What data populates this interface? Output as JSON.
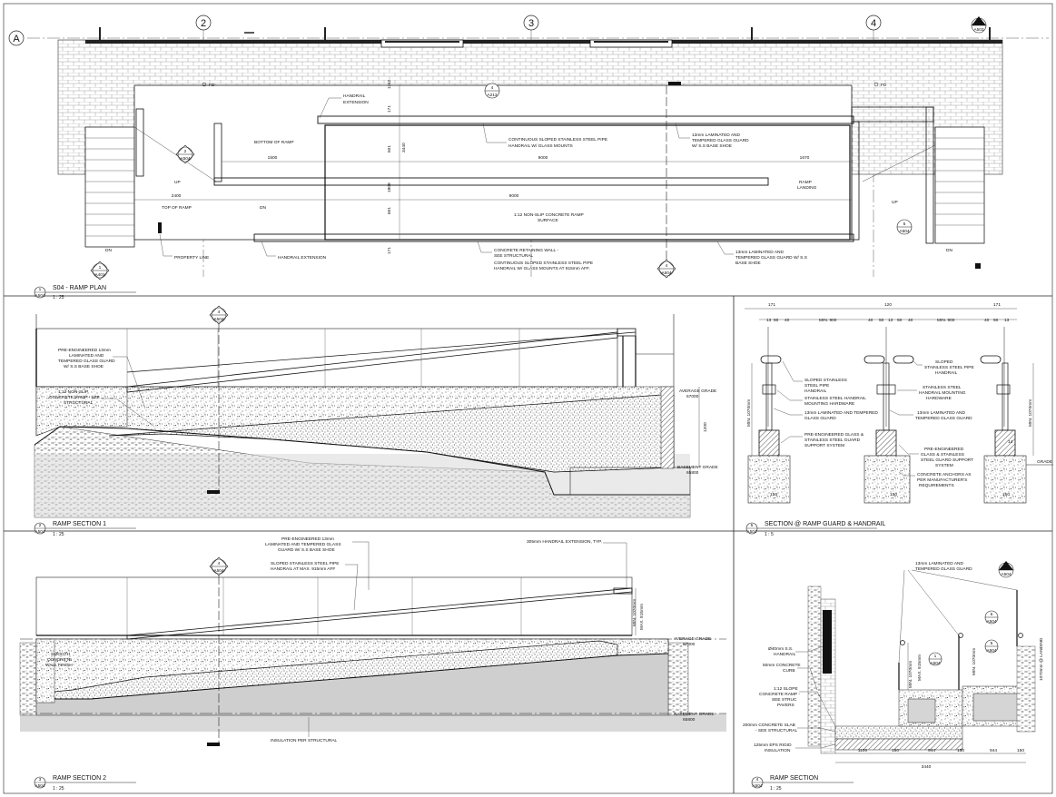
{
  "grid": {
    "row_a": "A",
    "col_2": "2",
    "col_3": "3",
    "col_4": "4"
  },
  "sheet_tags": {
    "a213": "A213",
    "a503": "A503",
    "a504": "A504",
    "a401": "A401",
    "n1": "1",
    "n2": "2",
    "n3": "3",
    "n4": "4",
    "n5": "5",
    "n6": "6"
  },
  "views": {
    "v1": {
      "num": "1",
      "ref": "A504",
      "title": "S04 - RAMP PLAN",
      "scale": "1 : 25"
    },
    "v2": {
      "num": "2",
      "ref": "A504",
      "title": "RAMP SECTION 1",
      "scale": "1 : 25"
    },
    "v3": {
      "num": "3",
      "ref": "A504",
      "title": "RAMP SECTION 2",
      "scale": "1 : 25"
    },
    "v4": {
      "num": "4",
      "ref": "A504",
      "title": "RAMP SECTION",
      "scale": "1 : 25"
    },
    "v5": {
      "num": "5",
      "ref": "A504",
      "title": "SECTION @ RAMP GUARD & HANDRAIL",
      "scale": "1 : 5"
    }
  },
  "plan": {
    "fd": "FD",
    "handrail_ext_1": "HANDRAIL",
    "handrail_ext_2": "EXTENSION",
    "bottom_of_ramp": "BOTTOM OF RAMP",
    "continuous_1": "CONTINUOUS SLOPED STAINLESS STEEL PIPE",
    "continuous_2": "HANDRAIL W/ GLASS MOUNTS",
    "glass_1": "13mm LAMINATED AND",
    "glass_2": "TEMPERED GLASS GUARD",
    "glass_3": "W/ S.S BASE SHOE",
    "up": "UP",
    "dn": "DN",
    "top_of_ramp": "TOP OF RAMP",
    "ramp_landing_1": "RAMP",
    "ramp_landing_2": "LANDING",
    "surface_1": "1:12 NON-SLIP CONCRETE RAMP",
    "surface_2": "SURFACE",
    "property_line": "PROPERTY LINE",
    "handrail_extension": "HANDRAIL EXTENSION",
    "retaining_1": "CONCRETE RETAINING WALL -",
    "retaining_2": "SEE STRUCTURAL",
    "retaining_3": "CONTINUOUS SLOPED STAINLESS STEEL PIPE",
    "retaining_4": "HANDRAIL W/ GLASS MOUNTS AT 915mm AFF.",
    "guard_b1": "13mm LAMINATED AND",
    "guard_b2": "TEMPERED GLASS GUARD W/ S.S",
    "guard_b3": "BASE SHOE",
    "d1500": "1500",
    "d9000": "9000",
    "d1670": "1670",
    "d2400": "2400",
    "d9000b": "9000",
    "d1162": "1162",
    "d171": "171",
    "d601": "601",
    "d3440": "3440",
    "d1808": "1808",
    "d601b": "601",
    "d171b": "171"
  },
  "section1": {
    "pre_1": "PRE-ENGINEERED 13mm",
    "pre_2": "LAMINATED AND",
    "pre_3": "TEMPERED GLASS GUARD",
    "pre_4": "W/ S.S BASE SHOE",
    "ramp_1": "1:12 NON-SLIP",
    "ramp_2": "CONCRETE RAMP - SEE",
    "ramp_3": "STRUCTURAL",
    "avg_grade": "AVERAGE GRADE",
    "avg_val": "67000",
    "base_grade": "BASEMENT GRADE",
    "base_val": "65800",
    "dim": "1200"
  },
  "section2": {
    "pre_1": "PRE-ENGINEERED 13mm",
    "pre_2": "LAMINATED AND TEMPERED GLASS",
    "pre_3": "GUARD W/ S.S BASE SHOE",
    "pipe_1": "SLOPED STAINLESS STEEL PIPE",
    "pipe_2": "HANDRAIL AT MAX. 915mm AFF",
    "ext": "305mm HANDRAIL EXTENSION, TYP.",
    "smooth_1": "SMOOTH",
    "smooth_2": "CONCRETE",
    "smooth_3": "WALL FINISH",
    "insulation": "INSULATION PER STRUCTURAL",
    "avg_grade": "AVERAGE GRADE",
    "avg_val": "67000",
    "base_grade": "BASEMENT GRADE",
    "base_val": "65800",
    "max915": "MAX. 915mm",
    "min1070": "MIN. 1070mm"
  },
  "section5": {
    "d171a": "171",
    "d120": "120",
    "d171b": "171",
    "d13": "13",
    "d50": "50",
    "d40": "40",
    "min900a": "MIN. 900",
    "min900b": "MIN. 900",
    "l1_1": "SLOPED STAINLESS",
    "l1_2": "STEEL PIPE",
    "l1_3": "HANDRAIL",
    "l2_1": "STAINLESS STEEL HANDRAIL",
    "l2_2": "MOUNTING HARDWARE",
    "l3_1": "13mm LAMINATED AND TEMPERED",
    "l3_2": "GLASS GUARD",
    "l4_1": "PRE-ENGINEERED GLASS &",
    "l4_2": "STAINLESS STEEL GUARD",
    "l4_3": "SUPPORT SYSTEM",
    "r1_1": "SLOPED",
    "r1_2": "STAINLESS STEEL PIPE",
    "r1_3": "HANDRAIL",
    "r2_1": "STAINLESS STEEL",
    "r2_2": "HANDRAIL MOUNTING",
    "r2_3": "HARDWARE",
    "r3_1": "13mm LAMINATED AND",
    "r3_2": "TEMPERED GLASS GUARD",
    "r4_1": "PRE-ENGINEERED",
    "r4_2": "GLASS & STAINLESS",
    "r4_3": "STEEL GUARD SUPPORT",
    "r4_4": "SYSTEM",
    "r5_1": "CONCRETE ANCHORS AS",
    "r5_2": "PER MANUFACTURER'S",
    "r5_3": "REQUIREMENTS",
    "grade": "GRADE",
    "min1070": "MIN. 1070mm",
    "d150": "150",
    "d14": "14"
  },
  "section4": {
    "glass_1": "13mm LAMINATED AND",
    "glass_2": "TEMPERED GLASS GUARD",
    "handrail_1": "Ø40mm S.S.",
    "handrail_2": "HANDRAIL",
    "curb_1": "50mm CONCRETE",
    "curb_2": "CURB",
    "ramp_1": "1:12 SLOPE",
    "ramp_2": "CONCRETE RAMP -",
    "ramp_3": "SEE STRUC",
    "ramp_4": "PAVERS",
    "slab_1": "200mm CONCRETE SLAB",
    "slab_2": "- SEE STRUCTURAL",
    "insul_1": "125mm EPS RIGID",
    "insul_2": "INSULATION",
    "d1100": "1100",
    "d150": "150",
    "d944": "944",
    "d150b": "150",
    "d944b": "944",
    "d150c": "150",
    "d3440": "3440",
    "min1070": "MIN. 1070mm",
    "max915": "MAX. 915mm",
    "landing": "1070mm @ LANDING"
  }
}
